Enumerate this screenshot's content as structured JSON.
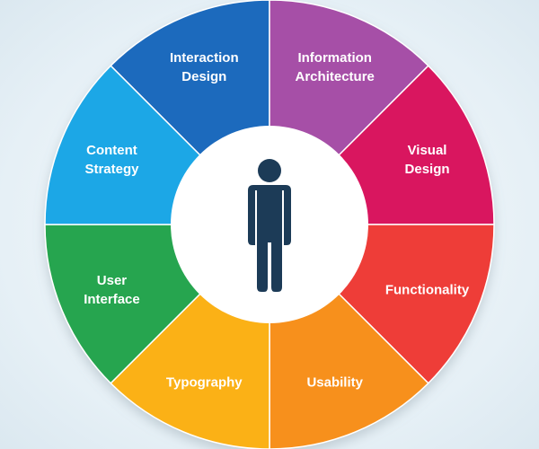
{
  "diagram": {
    "segments": [
      {
        "lines": [
          "Interaction",
          "Design"
        ],
        "color": "#1e6bbd"
      },
      {
        "lines": [
          "Information",
          "Architecture"
        ],
        "color": "#a64fa7"
      },
      {
        "lines": [
          "Visual",
          "Design"
        ],
        "color": "#d9185f"
      },
      {
        "lines": [
          "Functionality"
        ],
        "color": "#ee3c38"
      },
      {
        "lines": [
          "Usability"
        ],
        "color": "#f7901e"
      },
      {
        "lines": [
          "Typography"
        ],
        "color": "#fbb117"
      },
      {
        "lines": [
          "User",
          "Interface"
        ],
        "color": "#27a54f"
      },
      {
        "lines": [
          "Content",
          "Strategy"
        ],
        "color": "#1fa7e6"
      }
    ],
    "center": {
      "icon": "person-icon",
      "circle_color": "#ffffff",
      "icon_color": "#1c3b57"
    },
    "divider_color": "#ffffff"
  }
}
